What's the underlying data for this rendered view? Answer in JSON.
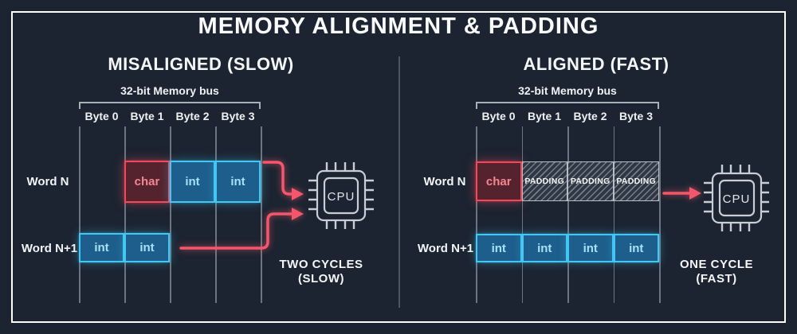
{
  "header": {
    "title": "MEMORY ALIGNMENT & PADDING"
  },
  "colors": {
    "background": "#1c2431",
    "frame_border": "#ffffff",
    "char_accent": "#f4475c",
    "int_accent": "#43c7f4",
    "padding_border": "#b6bec8",
    "arrow": "#f4566b",
    "grid_line": "#6c747f"
  },
  "panels": {
    "left": {
      "title": "MISALIGNED (SLOW)",
      "bus_label": "32-bit Memory bus",
      "byte_labels": [
        "Byte 0",
        "Byte 1",
        "Byte 2",
        "Byte 3"
      ],
      "word_n": {
        "label": "Word N",
        "cells": [
          {
            "label": "char"
          },
          {
            "label": "int"
          },
          {
            "label": "int"
          }
        ]
      },
      "word_n_plus_1": {
        "label": "Word N+1",
        "cells": [
          {
            "label": "int"
          },
          {
            "label": "int"
          }
        ]
      },
      "cpu_label": "CPU",
      "result_line1": "TWO CYCLES",
      "result_line2": "(SLOW)"
    },
    "right": {
      "title": "ALIGNED (FAST)",
      "bus_label": "32-bit Memory bus",
      "byte_labels": [
        "Byte 0",
        "Byte 1",
        "Byte 2",
        "Byte 3"
      ],
      "word_n": {
        "label": "Word N",
        "cells": [
          {
            "label": "char"
          },
          {
            "label": "PADDING"
          },
          {
            "label": "PADDING"
          },
          {
            "label": "PADDING"
          }
        ]
      },
      "word_n_plus_1": {
        "label": "Word N+1",
        "cells": [
          {
            "label": "int"
          },
          {
            "label": "int"
          },
          {
            "label": "int"
          },
          {
            "label": "int"
          }
        ]
      },
      "cpu_label": "CPU",
      "result_line1": "ONE CYCLE",
      "result_line2": "(FAST)"
    }
  }
}
